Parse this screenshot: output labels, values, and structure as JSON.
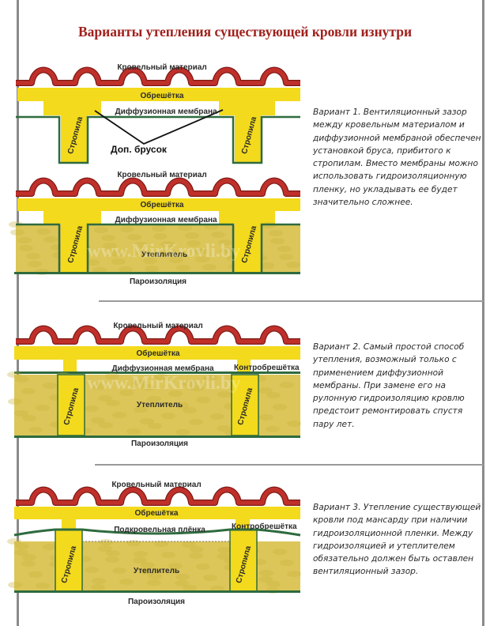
{
  "title": "Варианты утепления существующей кровли изнутри",
  "watermark": "www.MirKrovli.by",
  "diagrams": [
    {
      "roofing": "Кровельный материал",
      "batten": "Обрешётка",
      "membrane": "Диффузионная мембрана",
      "rafter": "Стропила",
      "extra": "Доп. брусок"
    },
    {
      "roofing": "Кровельный материал",
      "batten": "Обрешётка",
      "membrane": "Диффузионная мембрана",
      "rafter": "Стропила",
      "insulation": "Утеплитель",
      "vapor": "Пароизоляция"
    },
    {
      "roofing": "Кровельный материал",
      "batten": "Обрешётка",
      "membrane": "Диффузионная мембрана",
      "counter": "Контробрешётка",
      "rafter": "Стропила",
      "insulation": "Утеплитель",
      "vapor": "Пароизоляция"
    },
    {
      "roofing": "Кровельный материал",
      "batten": "Обрешётка",
      "membrane": "Подкровельная плёнка",
      "counter": "Контробрешётка",
      "rafter": "Стропила",
      "insulation": "Утеплитель",
      "vapor": "Пароизоляция"
    }
  ],
  "variants": [
    "Вариант 1. Вентиляционный зазор между кровельным материалом и диффузионной мембраной обеспечен установкой бруса, прибитого к стропилам. Вместо мембраны можно использовать гидроизоляционную пленку, но укладывать ее будет значительно сложнее.",
    "Вариант 2. Самый простой способ утепления, возможный только с применением диффузионной мембраны. При замене его на рулонную гидроизоляцию кровлю предстоит ремонтировать спустя пару лет.",
    "Вариант 3. Утепление существующей кровли под мансарду при наличии гидроизоляционной пленки. Между гидроизоляцией и утеплителем обязательно должен быть оставлен вентиляционный зазор."
  ],
  "colors": {
    "roof": "#c0302a",
    "batten": "#f3da1c",
    "insulation": "#dcc65a",
    "membrane": "#2e6b3e",
    "title": "#a0201c"
  }
}
